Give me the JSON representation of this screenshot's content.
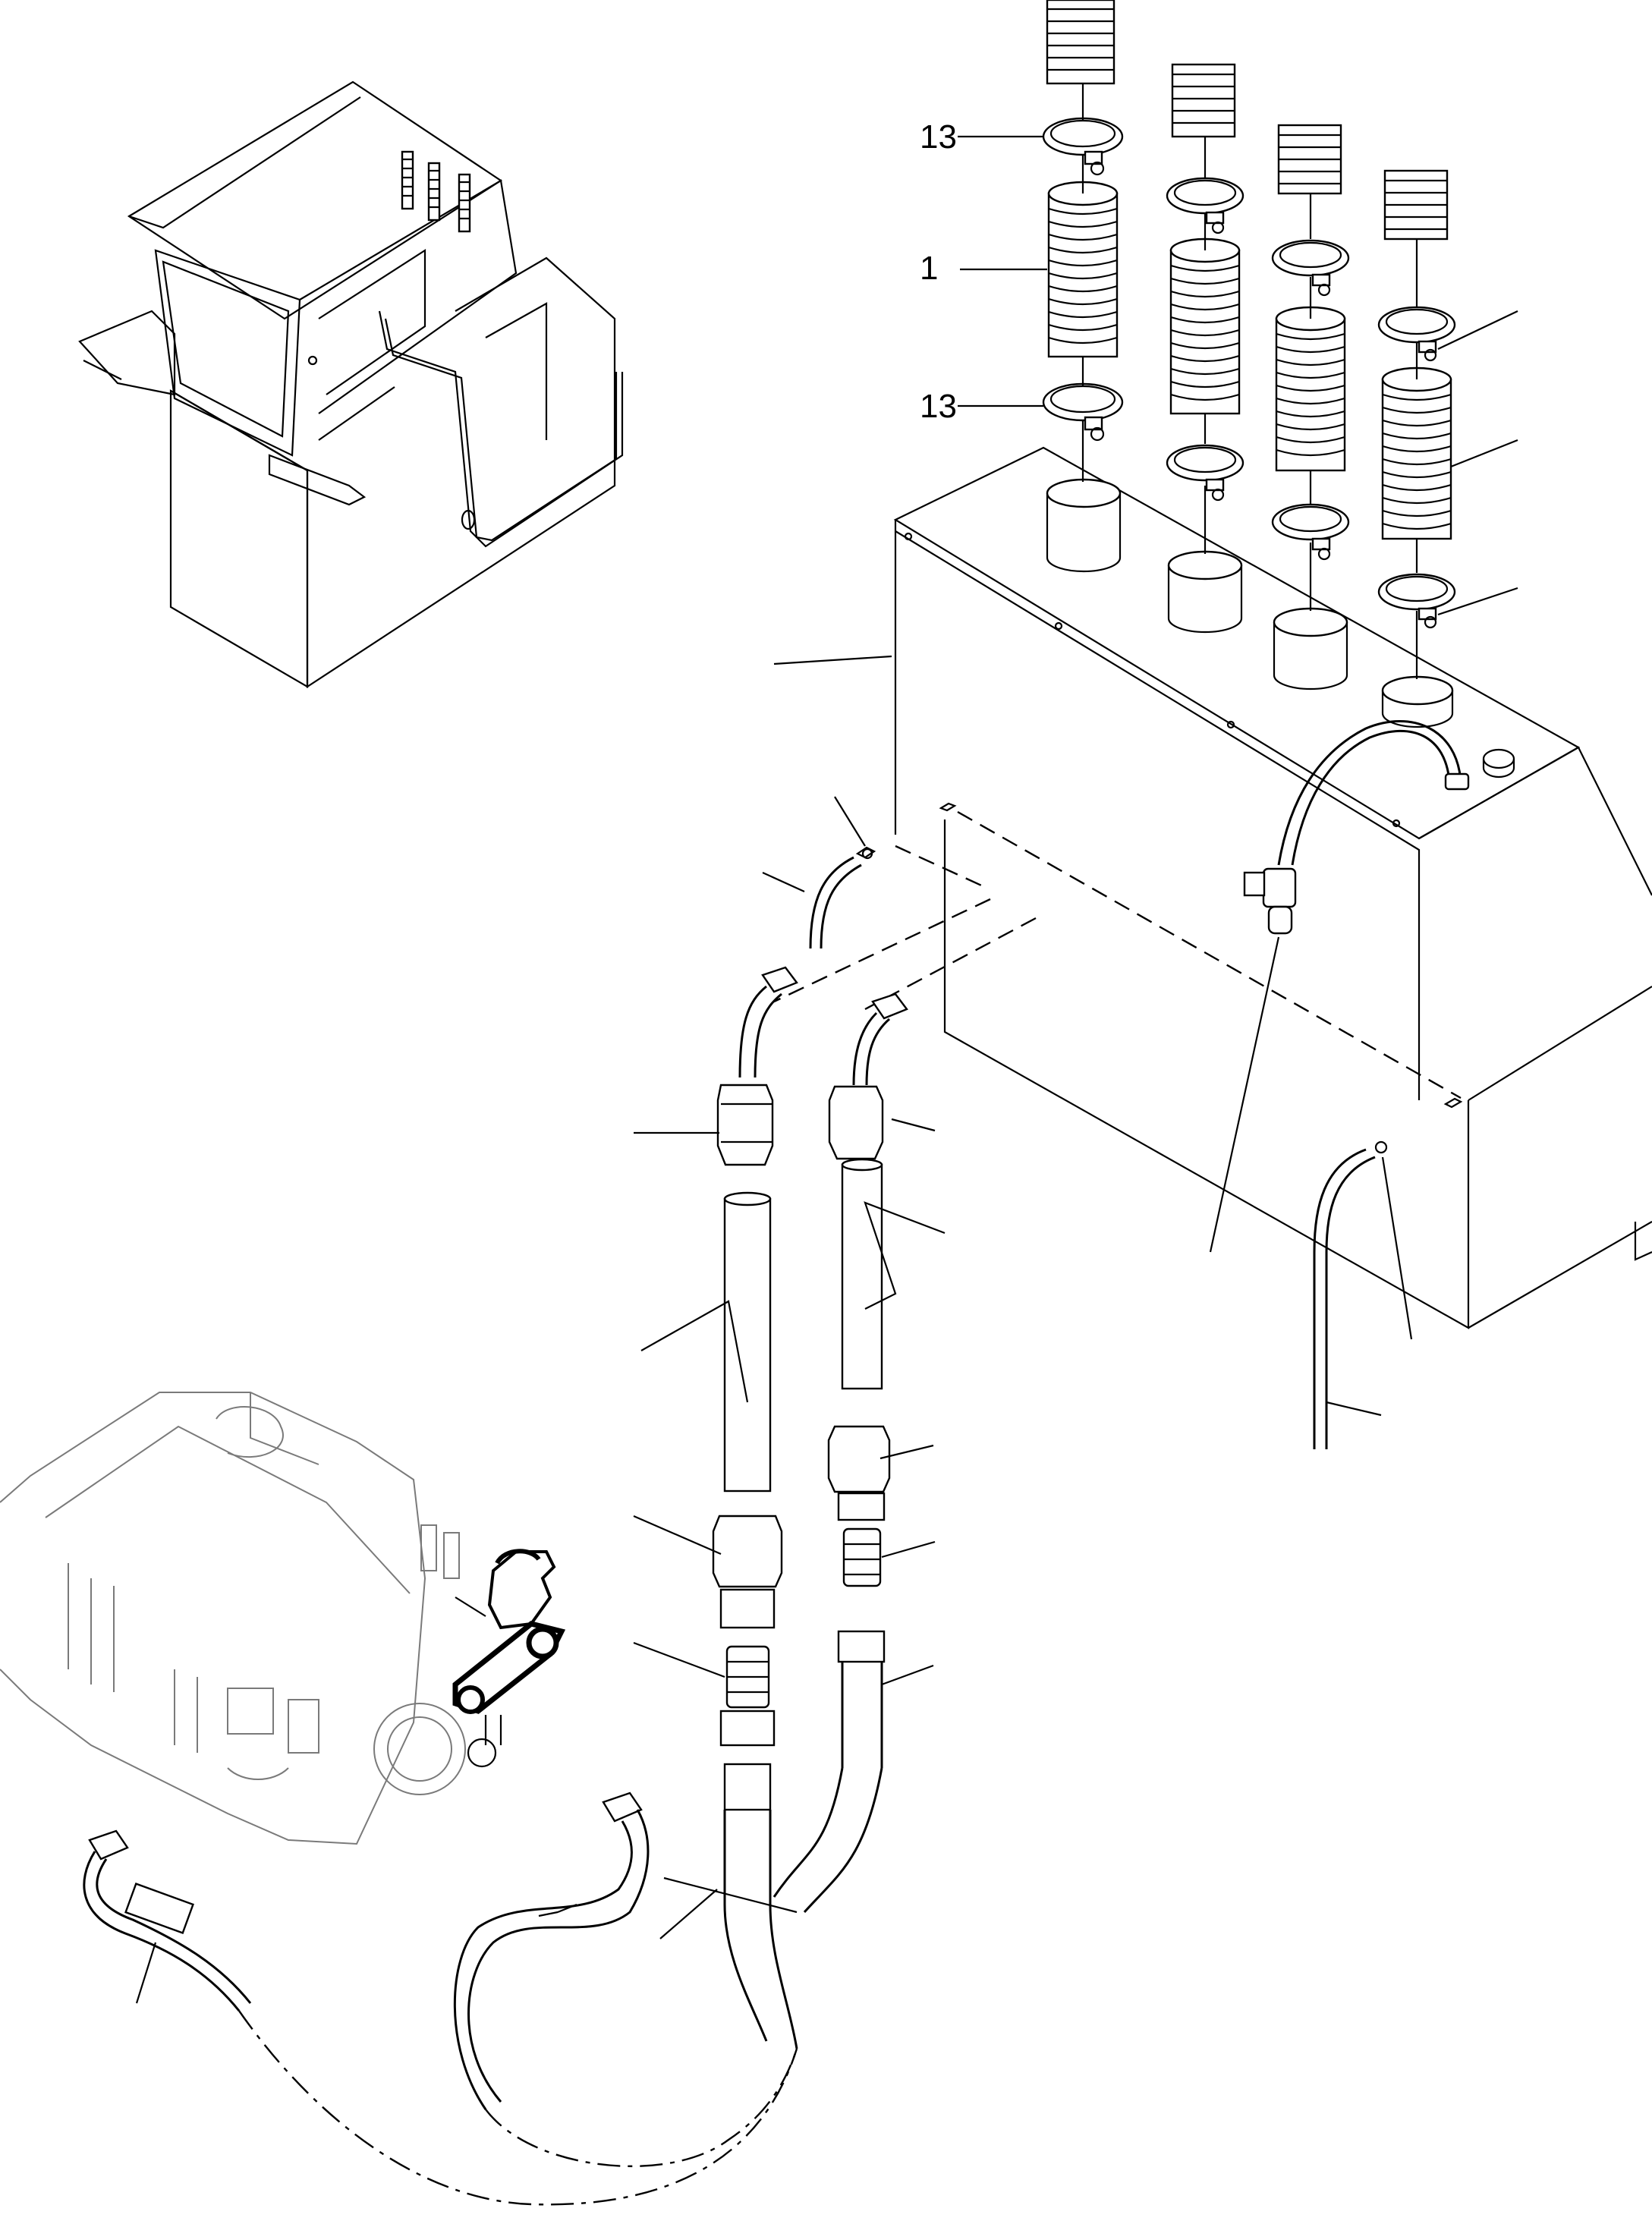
{
  "diagram": {
    "callouts": [
      {
        "id": "clamp-top-left",
        "text": "13"
      },
      {
        "id": "hose-sleeve-left",
        "text": "1"
      },
      {
        "id": "clamp-lower-left",
        "text": "13"
      }
    ]
  }
}
